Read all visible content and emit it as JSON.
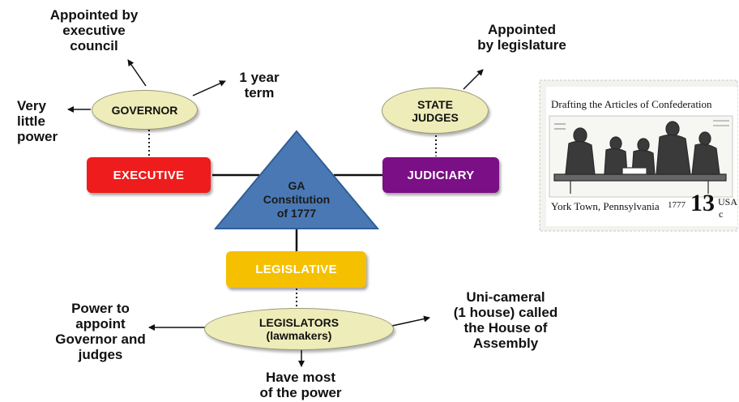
{
  "center": {
    "line1": "GA",
    "line2": "Constitution",
    "line3": "of 1777"
  },
  "branches": {
    "executive": {
      "label": "EXECUTIVE",
      "color": "#ee1c1c"
    },
    "judiciary": {
      "label": "JUDICIARY",
      "color": "#7b0f86"
    },
    "legislative": {
      "label": "LEGISLATIVE",
      "color": "#f5c000"
    }
  },
  "triangle_color": "#4a78b5",
  "ovals": {
    "governor": {
      "line1": "GOVERNOR"
    },
    "judges": {
      "line1": "STATE",
      "line2": "JUDGES"
    },
    "legislators": {
      "line1": "LEGISLATORS",
      "line2": "(lawmakers)"
    }
  },
  "notes": {
    "appointed_exec": {
      "l1": "Appointed by",
      "l2": "executive",
      "l3": "council"
    },
    "one_year": {
      "l1": "1 year",
      "l2": "term"
    },
    "little_power": {
      "l1": "Very",
      "l2": "little",
      "l3": "power"
    },
    "appointed_leg": {
      "l1": "Appointed",
      "l2": "by legislature"
    },
    "appoint_power": {
      "l1": "Power to",
      "l2": "appoint",
      "l3": "Governor and",
      "l4": "judges"
    },
    "unicameral": {
      "l1": "Uni-cameral",
      "l2": "(1 house) called",
      "l3": "the House of",
      "l4": "Assembly"
    },
    "most_power": {
      "l1": "Have most",
      "l2": "of the power"
    }
  },
  "stamp": {
    "title": "Drafting the Articles of Confederation",
    "place": "York Town, Pennsylvania",
    "year": "1777",
    "value": "13",
    "cents": "c",
    "country": "USA"
  }
}
